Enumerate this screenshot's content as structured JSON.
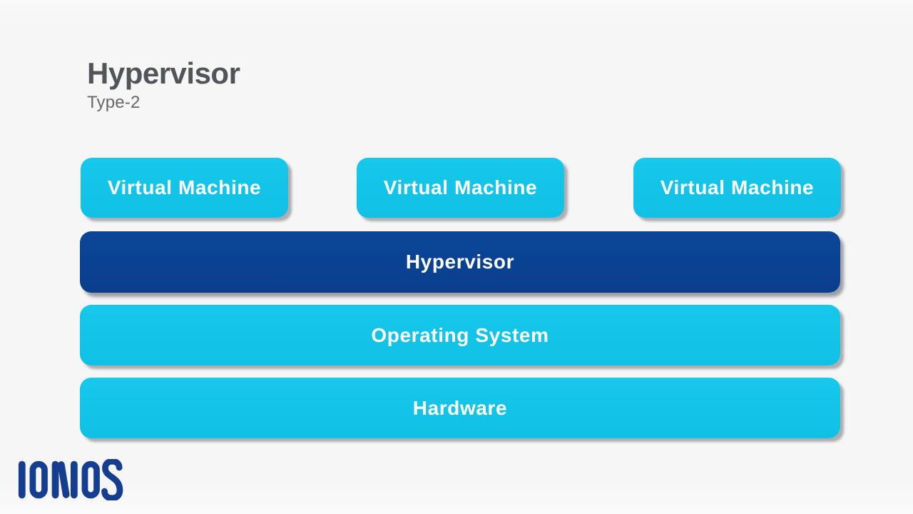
{
  "page": {
    "background_color": "#f6f6f7"
  },
  "header": {
    "title": "Hypervisor",
    "subtitle": "Type-2"
  },
  "diagram": {
    "vm_row": {
      "boxes": [
        {
          "label": "Virtual Machine"
        },
        {
          "label": "Virtual Machine"
        },
        {
          "label": "Virtual Machine"
        }
      ]
    },
    "layers": [
      {
        "label": "Hypervisor",
        "color": "#0a4293",
        "emphasis": true
      },
      {
        "label": "Operating System",
        "color": "#12c3e7",
        "emphasis": false
      },
      {
        "label": "Hardware",
        "color": "#12c3e7",
        "emphasis": false
      }
    ],
    "colors": {
      "vm_box": "#12c3e7",
      "accent_layer": "#0a4293",
      "label_text": "#ffffff",
      "shadow": "#6a6a6e"
    }
  },
  "footer": {
    "logo_text": "IONOS",
    "logo_color": "#163e8f"
  }
}
